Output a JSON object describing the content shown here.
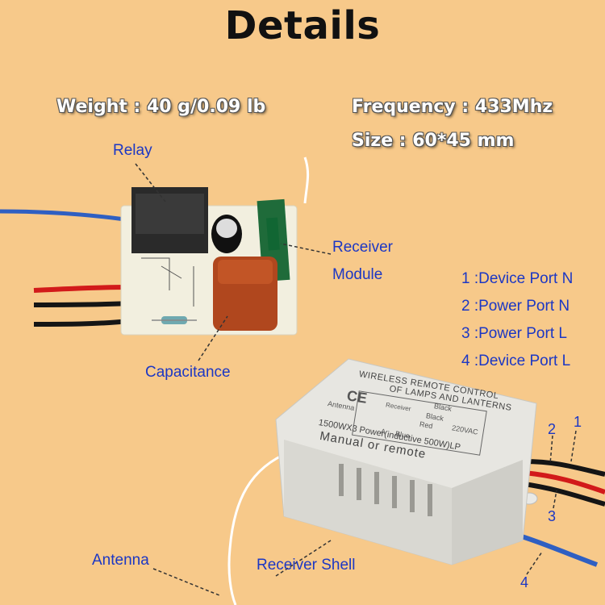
{
  "title": "Details",
  "specs": {
    "weight": "Weight : 40 g/0.09 lb",
    "frequency": "Frequency : 433Mhz",
    "size": "Size : 60*45 mm"
  },
  "labels": {
    "relay": "Relay",
    "receiver_module_line1": "Receiver",
    "receiver_module_line2": "Module",
    "capacitance": "Capacitance",
    "antenna": "Antenna",
    "receiver_shell": "Receiver Shell"
  },
  "ports": [
    {
      "text": "1 :Device Port N"
    },
    {
      "text": "2 :Power Port N"
    },
    {
      "text": "3 :Power Port L"
    },
    {
      "text": "4 :Device Port L"
    }
  ],
  "wire_numbers": [
    "1",
    "2",
    "3",
    "4"
  ],
  "shell_print": {
    "line1": "WIRELESS REMOTE CONTROL",
    "line2": "OF LAMPS AND LANTERNS",
    "ce": "CE",
    "antenna": "Antenna",
    "receiver": "Receiver",
    "black1": "Black",
    "black2": "Black",
    "red": "Red",
    "voltage": "220VAC",
    "a": "A",
    "blue": "Blue",
    "power": "1500WX3 Power(inductive 500W)LP",
    "mode": "Manual or remote"
  },
  "colors": {
    "background": "#f7c98a",
    "label": "#1c37c4",
    "title": "#111111"
  }
}
